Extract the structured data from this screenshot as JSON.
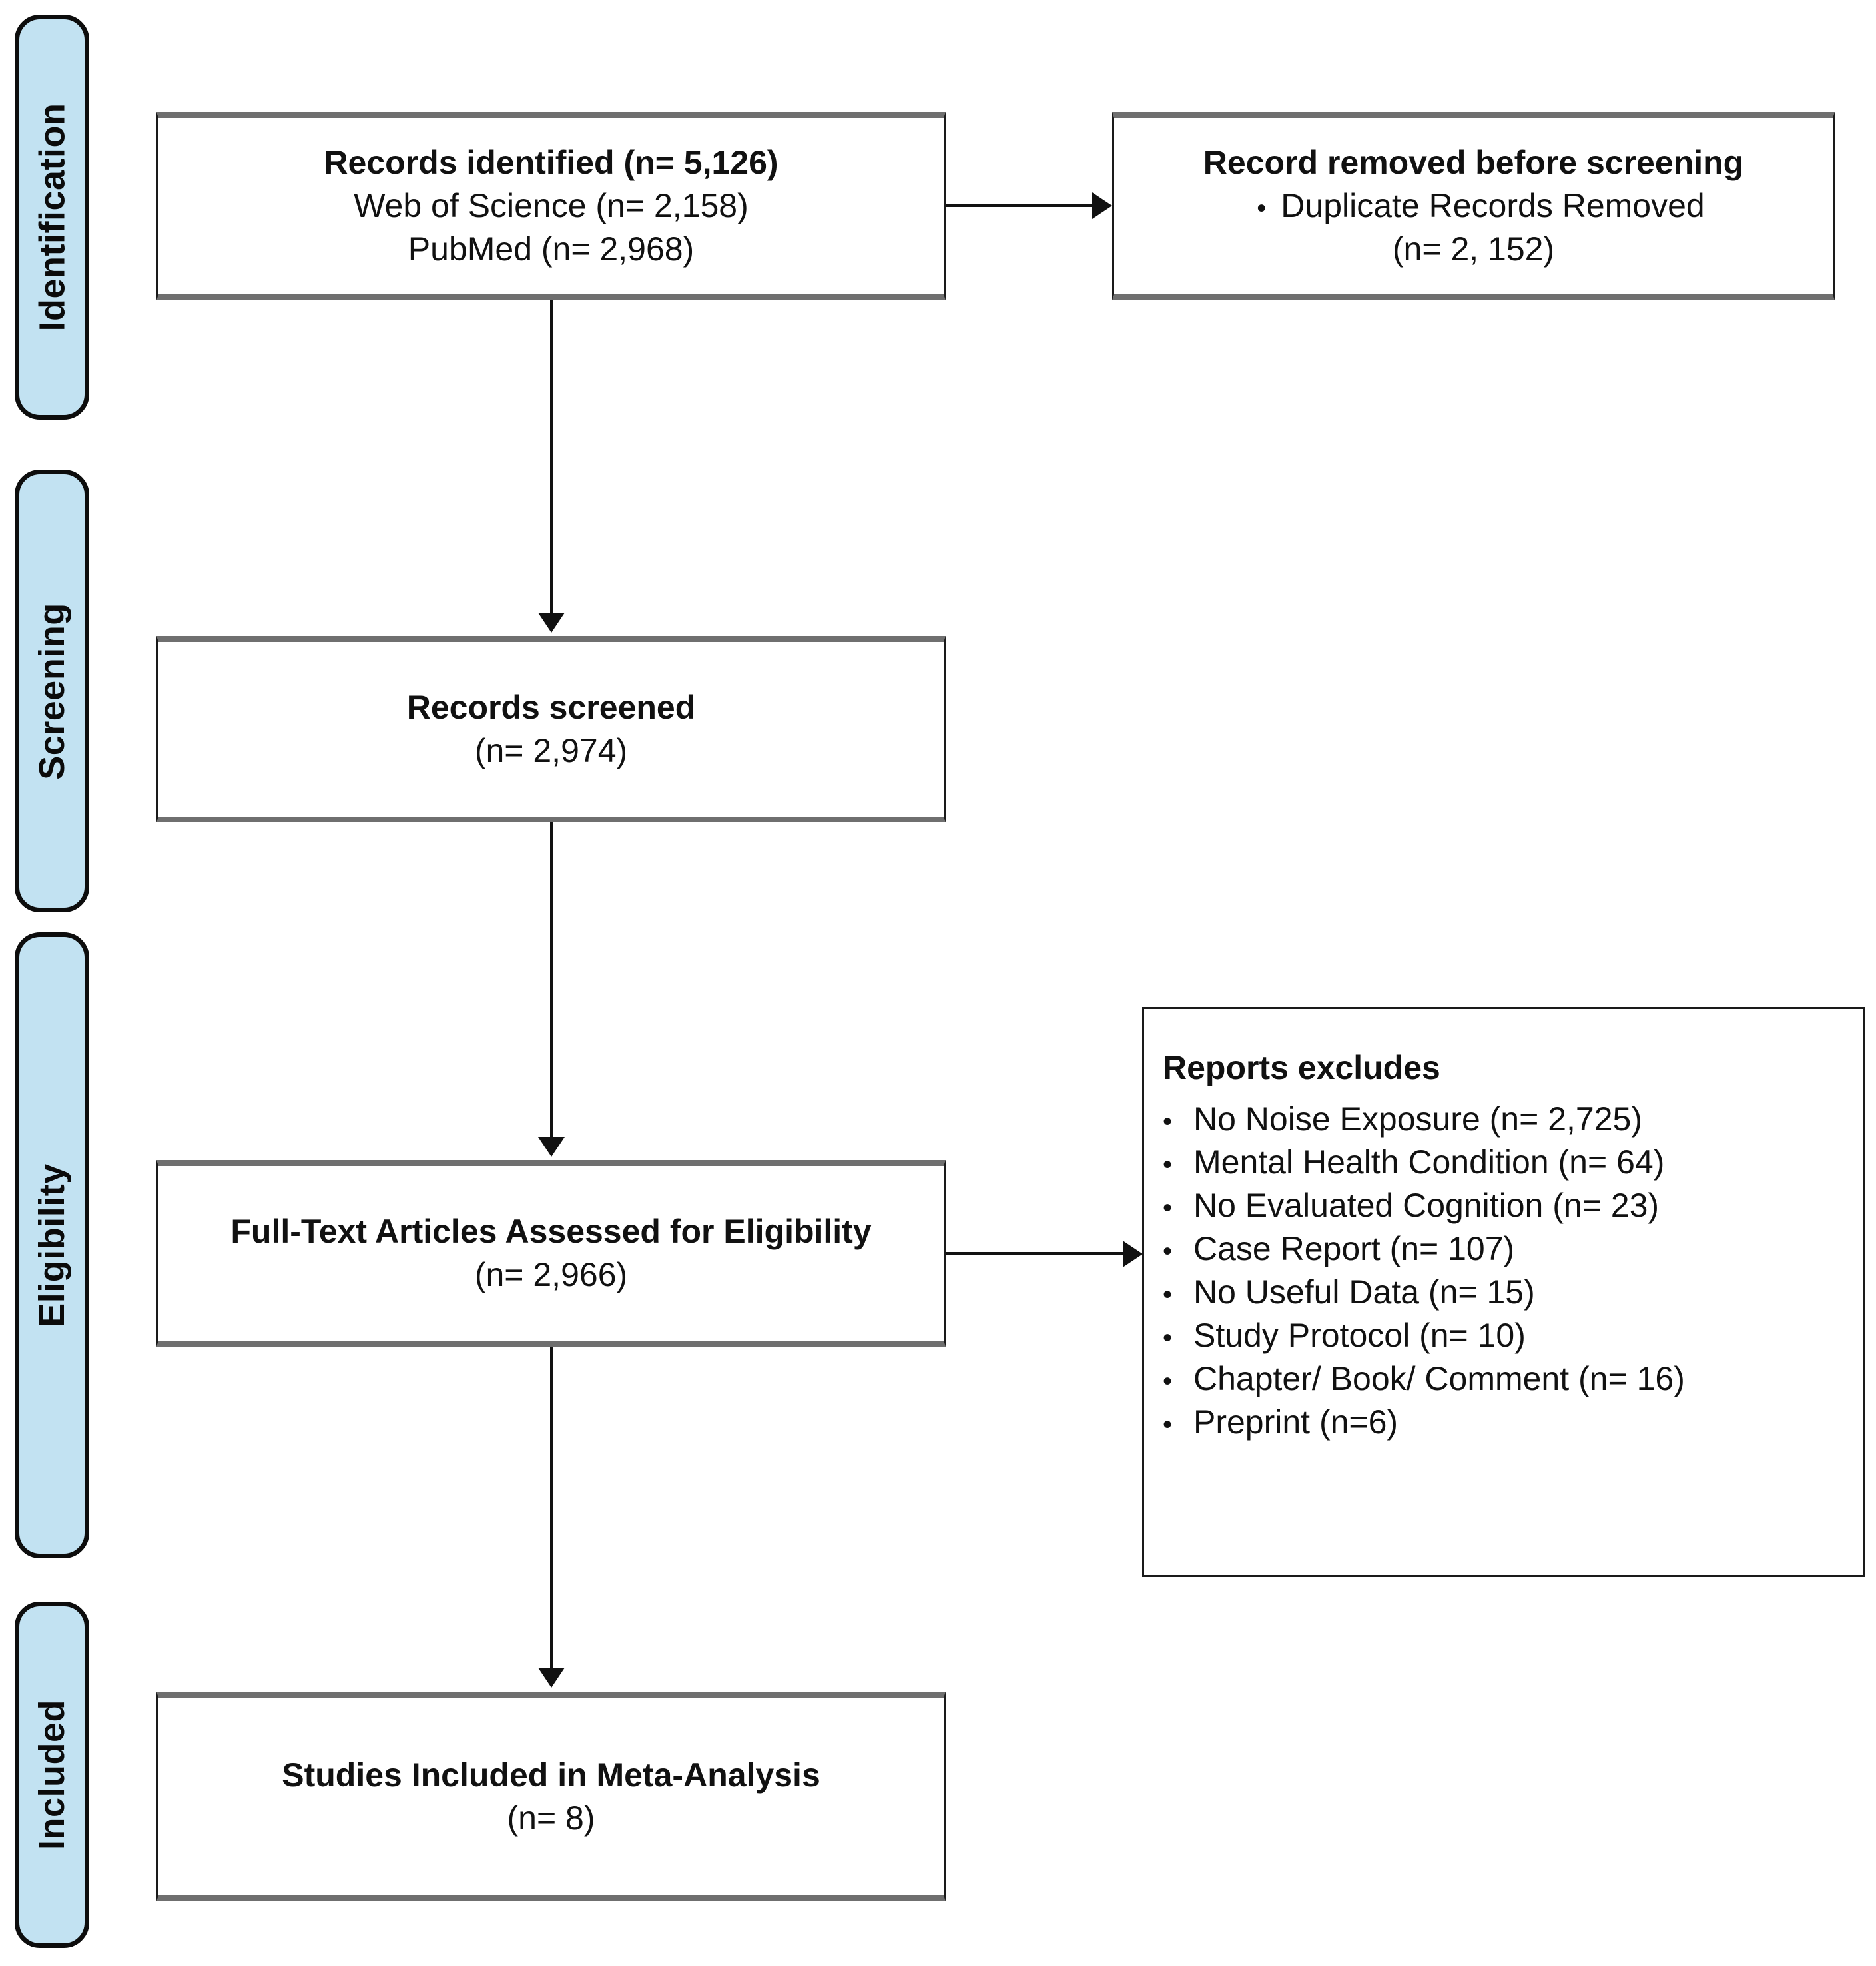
{
  "diagram": {
    "type": "prisma-flow-diagram",
    "accent_blue": "#c2e2f2",
    "box_border": "#1a1a1a",
    "box_shadow_bar": "#6f6f6f"
  },
  "stages": [
    {
      "label": "Identification"
    },
    {
      "label": "Screening"
    },
    {
      "label": "Eligibility"
    },
    {
      "label": "Included"
    }
  ],
  "boxes": {
    "records_identified": {
      "title": "Records identified (n= 5,126)",
      "line2": "Web of Science (n= 2,158)",
      "line3": "PubMed (n= 2,968)"
    },
    "records_removed": {
      "title": "Record removed before screening",
      "bullet": "Duplicate Records Removed",
      "count": "(n= 2, 152)",
      "bullet_glyph": "•"
    },
    "records_screened": {
      "title": "Records screened",
      "count": "(n= 2,974)"
    },
    "full_text_assessed": {
      "title": "Full-Text Articles Assessed for Eligibility",
      "count": "(n= 2,966)"
    },
    "reports_excluded": {
      "title": "Reports excludes",
      "bullet_glyph": "•",
      "items": [
        "No Noise Exposure (n= 2,725)",
        "Mental Health Condition (n= 64)",
        "No Evaluated Cognition (n= 23)",
        "Case Report (n= 107)",
        "No Useful Data (n= 15)",
        "Study Protocol (n= 10)",
        "Chapter/ Book/ Comment (n= 16)",
        "Preprint (n=6)"
      ]
    },
    "studies_included": {
      "title": "Studies Included in Meta-Analysis",
      "count": "(n= 8)"
    }
  },
  "connectors": [
    {
      "name": "identified-to-removed",
      "direction": "right"
    },
    {
      "name": "identified-to-screened",
      "direction": "down"
    },
    {
      "name": "screened-to-fulltext",
      "direction": "down"
    },
    {
      "name": "fulltext-to-excluded",
      "direction": "right"
    },
    {
      "name": "fulltext-to-included",
      "direction": "down"
    }
  ]
}
